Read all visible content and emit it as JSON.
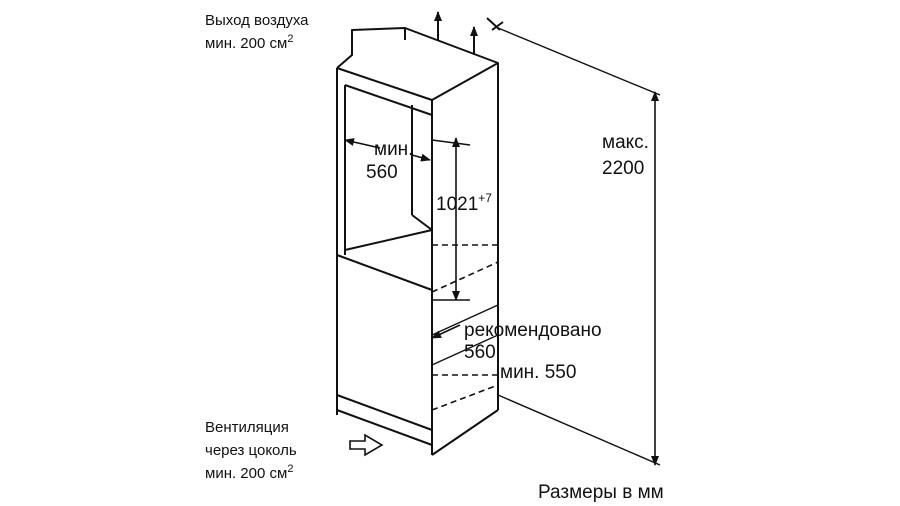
{
  "labels": {
    "air_outlet_line1": "Выход воздуха",
    "air_outlet_line2": "мин. 200 см",
    "air_outlet_sup": "2",
    "min_label": "мин.",
    "width_560": "560",
    "height_1021": "1021",
    "height_sup": "+7",
    "max_label": "макс.",
    "max_value": "2200",
    "recommended": "рекомендовано",
    "recommended_value": "560",
    "depth_min": "мин. 550",
    "vent_line1": "Вентиляция",
    "vent_line2": "через цоколь",
    "vent_line3": "мин. 200 см",
    "vent_sup": "2",
    "units": "Размеры в мм"
  },
  "colors": {
    "ink": "#111111",
    "background": "#ffffff"
  }
}
